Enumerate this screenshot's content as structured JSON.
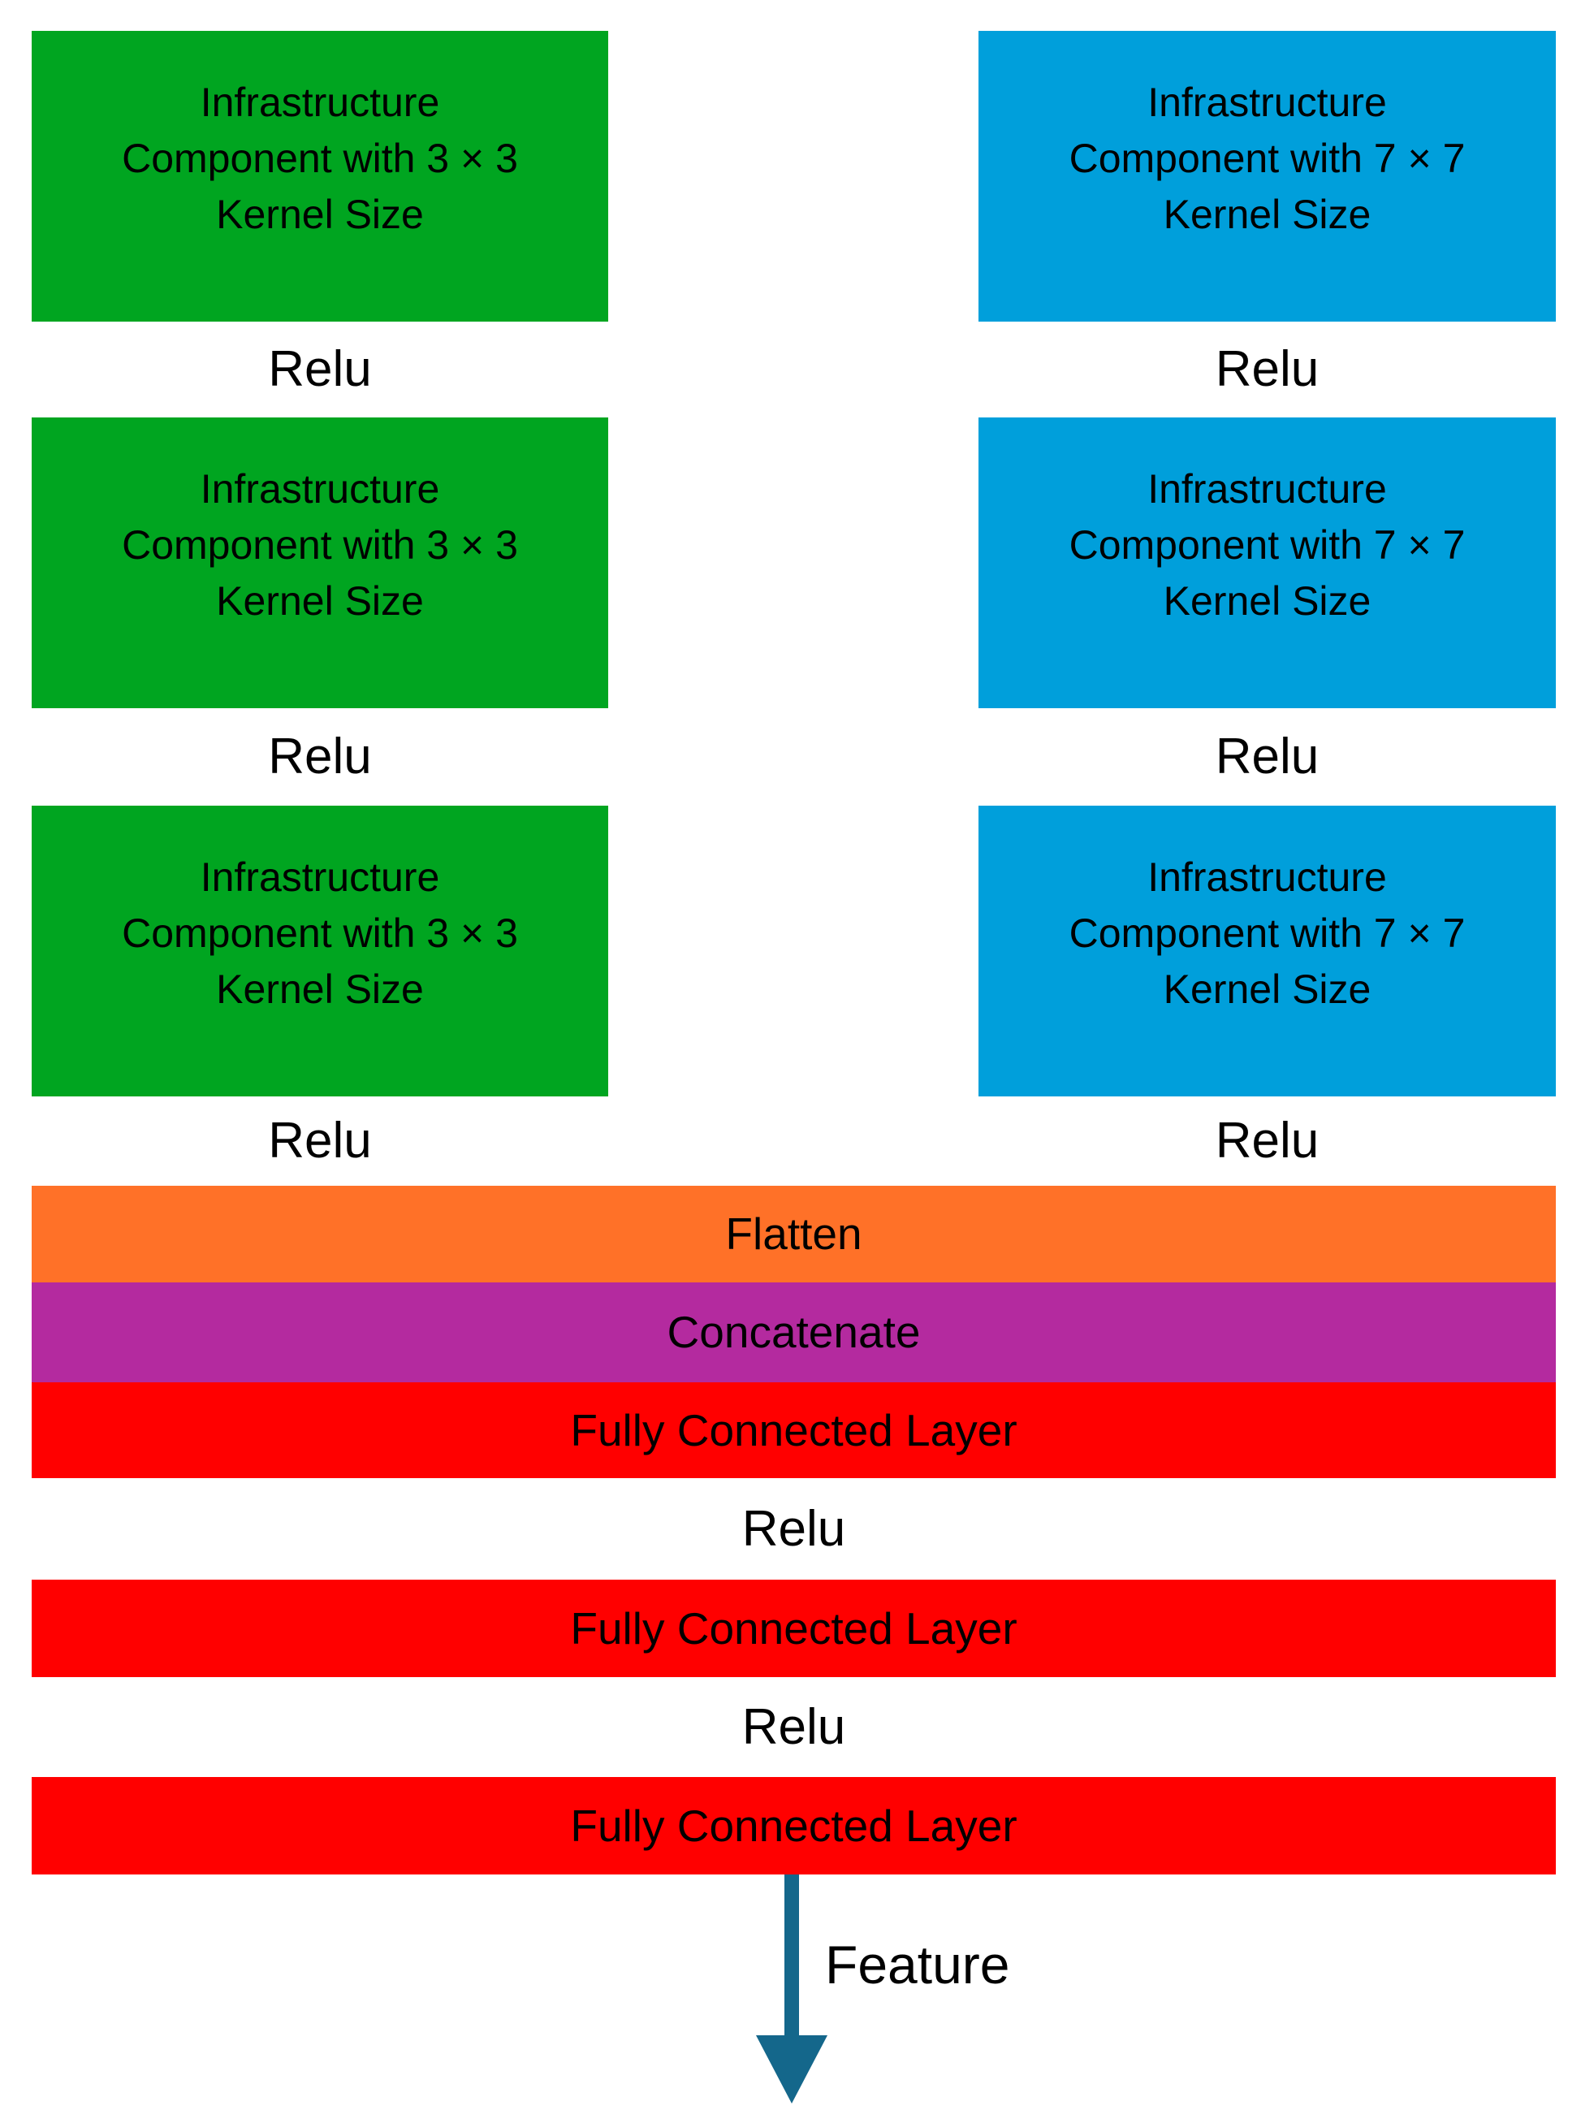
{
  "colors": {
    "green": "#00A520",
    "blue": "#009FDB",
    "orange": "#FF7128",
    "magenta": "#B42A9F",
    "red": "#FF0000",
    "arrow": "#14678B",
    "text": "#000000",
    "bg": "#FFFFFF"
  },
  "left_column": {
    "kernel_boxes": [
      {
        "label": "Infrastructure\nComponent with 3 × 3\nKernel Size"
      },
      {
        "label": "Infrastructure\nComponent with 3 × 3\nKernel Size"
      },
      {
        "label": "Infrastructure\nComponent with 3 × 3\nKernel Size"
      }
    ],
    "relu_labels": [
      "Relu",
      "Relu",
      "Relu"
    ]
  },
  "right_column": {
    "kernel_boxes": [
      {
        "label": "Infrastructure\nComponent with 7 × 7\nKernel Size"
      },
      {
        "label": "Infrastructure\nComponent with 7 × 7\nKernel Size"
      },
      {
        "label": "Infrastructure\nComponent with 7 × 7\nKernel Size"
      }
    ],
    "relu_labels": [
      "Relu",
      "Relu",
      "Relu"
    ]
  },
  "stack": {
    "flatten_label": "Flatten",
    "concatenate_label": "Concatenate",
    "fc_labels": [
      "Fully Connected Layer",
      "Fully Connected Layer",
      "Fully Connected Layer"
    ],
    "relu_labels": [
      "Relu",
      "Relu"
    ]
  },
  "output": {
    "feature_label": "Feature"
  }
}
